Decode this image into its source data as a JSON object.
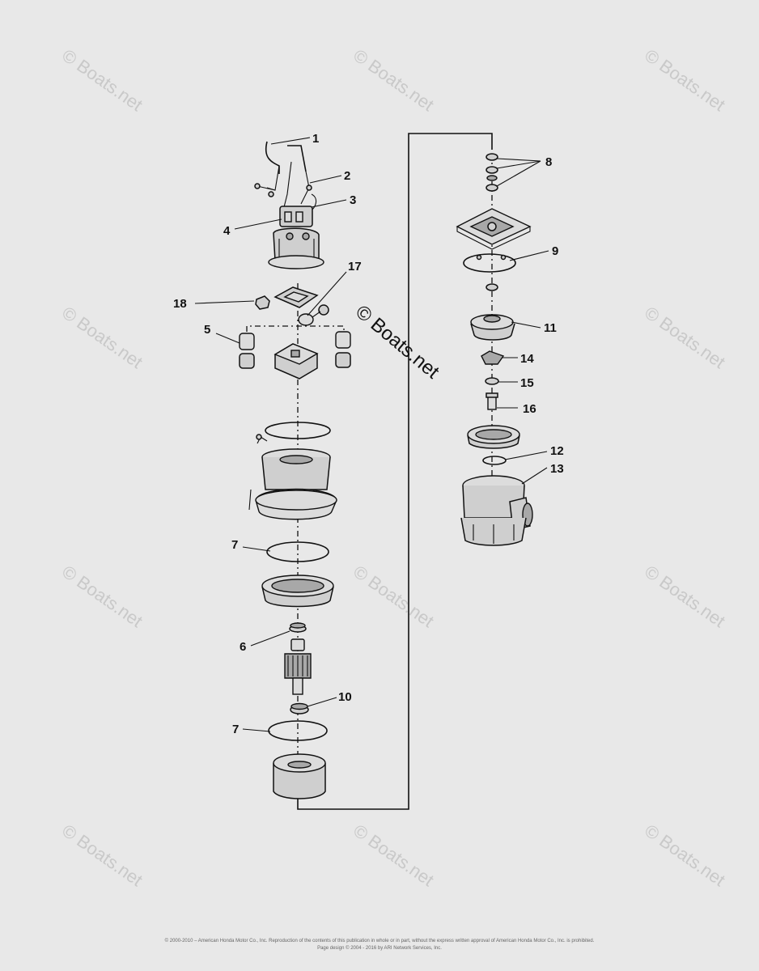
{
  "watermark": {
    "text": "© Boats.net"
  },
  "callouts": {
    "c1": "1",
    "c2": "2",
    "c3": "3",
    "c4": "4",
    "c5": "5",
    "c6": "6",
    "c7a": "7",
    "c7b": "7",
    "c8": "8",
    "c9": "9",
    "c10": "10",
    "c11": "11",
    "c12": "12",
    "c13": "13",
    "c14": "14",
    "c15": "15",
    "c16": "16",
    "c17": "17",
    "c18": "18"
  },
  "footer": {
    "line1": "© 2000-2010 – American Honda Motor Co., Inc. Reproduction of the contents of this publication in whole or in part, without the express written approval of American Honda Motor Co., Inc. is prohibited.",
    "line2": "Page design © 2004 - 2016 by ARI Network Services, Inc."
  }
}
